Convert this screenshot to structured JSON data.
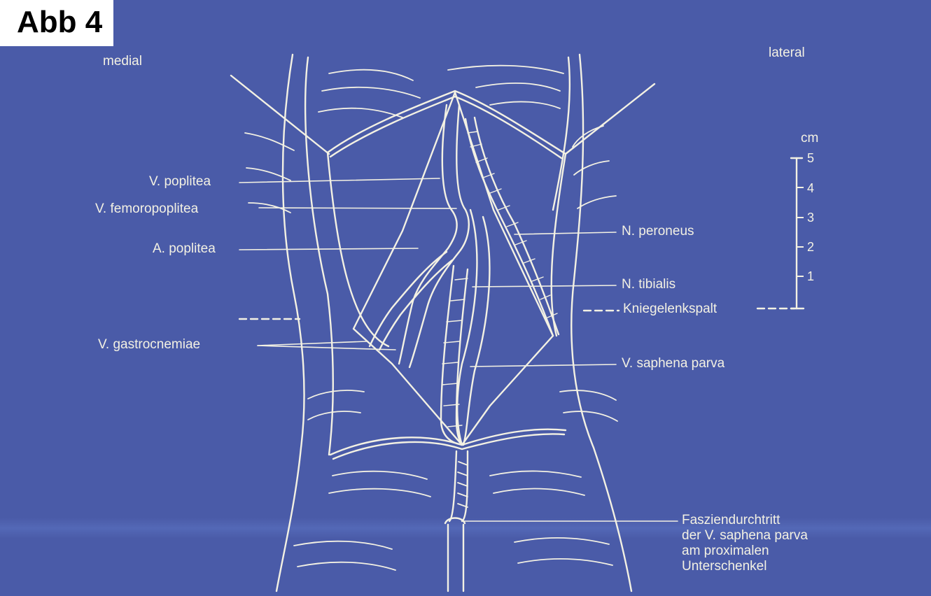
{
  "figure_label": "Abb 4",
  "orientation": {
    "medial": "medial",
    "lateral": "lateral"
  },
  "labels": {
    "v_poplitea": "V. poplitea",
    "v_femoropoplitea": "V. femoropoplitea",
    "a_poplitea": "A. poplitea",
    "v_gastrocnemiae": "V. gastrocnemiae",
    "n_peroneus": "N. peroneus",
    "n_tibialis": "N. tibialis",
    "kniegelenkspalt": "Kniegelenkspalt",
    "v_saphena_parva": "V. saphena parva",
    "fasziendurchtritt": [
      "Fasziendurchtritt",
      "der V. saphena parva",
      "am proximalen",
      "Unterschenkel"
    ]
  },
  "scale": {
    "unit": "cm",
    "ticks": [
      "5",
      "4",
      "3",
      "2",
      "1"
    ]
  },
  "colors": {
    "background": "#4a5ba8",
    "ink": "#f3f1e3",
    "label_box": "#ffffff"
  }
}
